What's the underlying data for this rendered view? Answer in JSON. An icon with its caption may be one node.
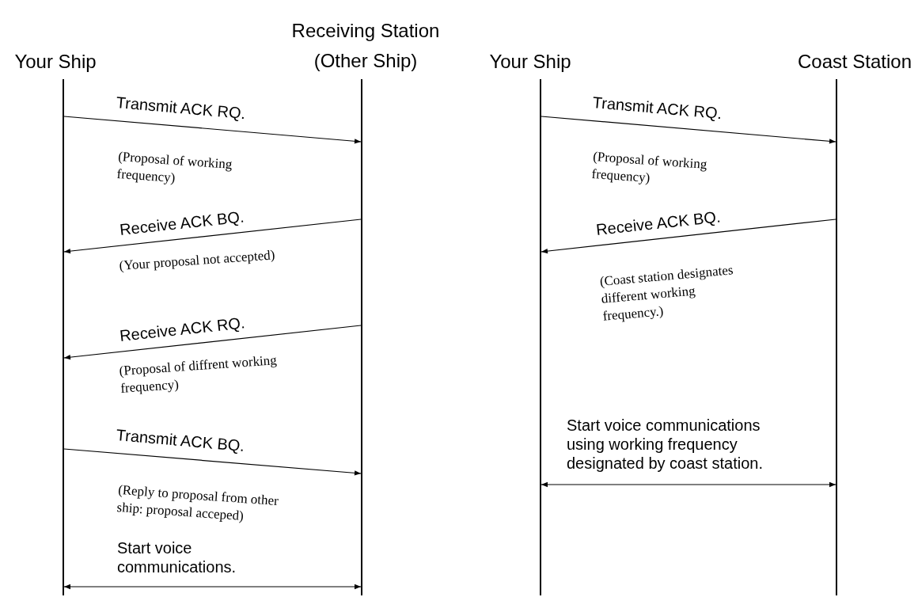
{
  "diagram": {
    "nodes": [
      {
        "text": [],
        "shape": "bar",
        "beside": [
          "Your Ship"
        ]
      },
      {
        "text": [],
        "shape": "bar",
        "beside": [
          "Receiving Station (Other Ship)"
        ]
      },
      {
        "text": [],
        "shape": "bar",
        "beside": [
          "Your Ship"
        ]
      },
      {
        "text": [],
        "shape": "bar",
        "beside": [
          "Coast Station"
        ]
      }
    ],
    "edges": [
      {
        "from": 0,
        "to": 1,
        "arrow": "to",
        "label": "Transmit ACK RQ."
      },
      {
        "from": 1,
        "to": 0,
        "arrow": "to",
        "label": "Receive ACK BQ."
      },
      {
        "from": 1,
        "to": 0,
        "arrow": "to",
        "label": "Receive ACK RQ."
      },
      {
        "from": 0,
        "to": 1,
        "arrow": "to",
        "label": "Transmit ACK BQ."
      },
      {
        "from": 0,
        "to": 1,
        "arrow": "both",
        "label": "Start voice communications."
      },
      {
        "from": 2,
        "to": 3,
        "arrow": "to",
        "label": "Transmit ACK RQ."
      },
      {
        "from": 3,
        "to": 2,
        "arrow": "to",
        "label": "Receive ACK BQ."
      },
      {
        "from": 2,
        "to": 3,
        "arrow": "both",
        "label": "Start voice communications using working frequency designated by coast station."
      }
    ],
    "labels": [
      "(Proposal of working frequency)",
      "(Proposal of working frequency)",
      "(Your proposal not accepted)",
      "(Coast station designates different working frequency.)",
      "(Proposal of diffrent working frequency)",
      "(Reply to proposal from other ship: proposal acceped)"
    ]
  }
}
